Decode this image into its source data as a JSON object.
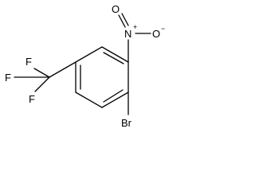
{
  "molecule": {
    "atoms": {
      "nitro_n": "N",
      "nitro_n_charge": "+",
      "nitro_o_top": "O",
      "nitro_o_right": "O",
      "nitro_o_right_charge": "−",
      "bromine": "Br",
      "fluorine_top": "F",
      "fluorine_left": "F",
      "fluorine_bottom": "F"
    }
  }
}
